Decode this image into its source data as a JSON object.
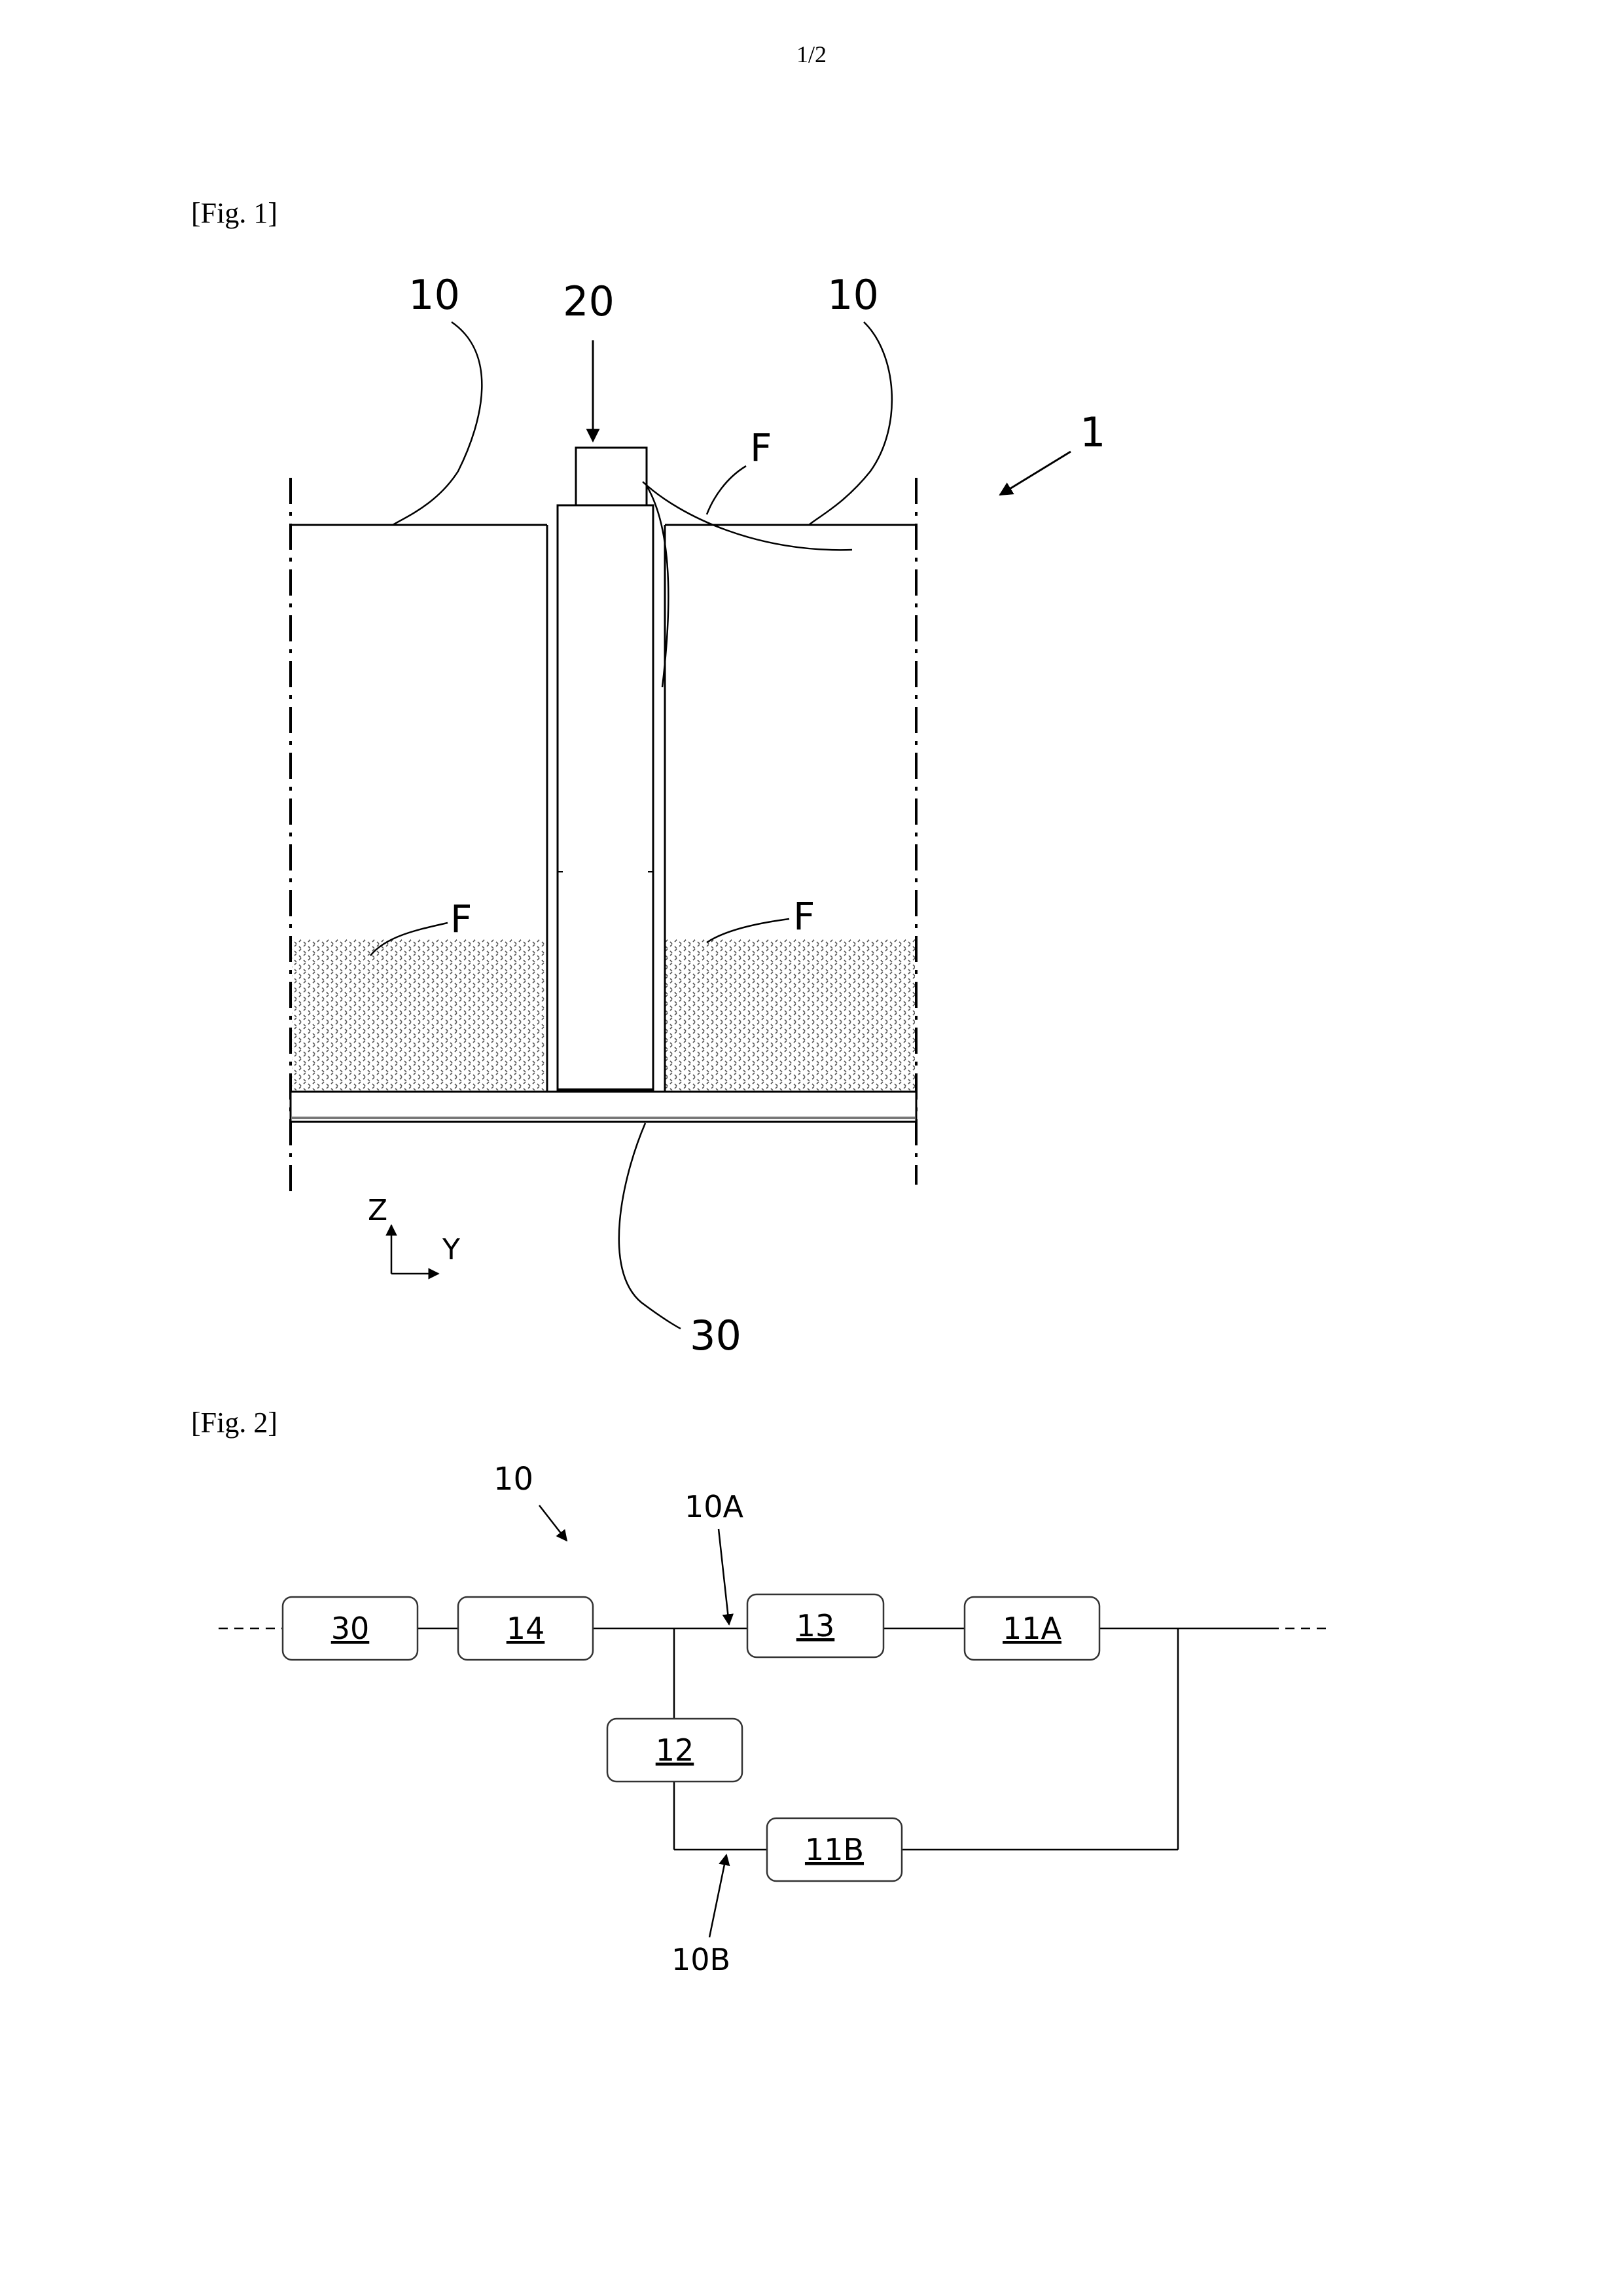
{
  "page": {
    "number": "1/2"
  },
  "fig1": {
    "label": "[Fig. 1]",
    "refs": {
      "panel_left": "10",
      "device": "20",
      "panel_right": "10",
      "system": "1",
      "fluid_top": "F",
      "fluid_bottom_left": "F",
      "fluid_bottom_right": "F",
      "base": "30"
    },
    "axes": {
      "z": "Z",
      "y": "Y"
    }
  },
  "fig2": {
    "label": "[Fig. 2]",
    "refs": {
      "system": "10",
      "branch_a": "10A",
      "branch_b": "10B"
    },
    "boxes": {
      "b30": "30",
      "b14": "14",
      "b13": "13",
      "b11a": "11A",
      "b12": "12",
      "b11b": "11B"
    }
  },
  "colors": {
    "line": "#000000",
    "box_stroke": "#333333",
    "fill_pattern": "#555555"
  }
}
